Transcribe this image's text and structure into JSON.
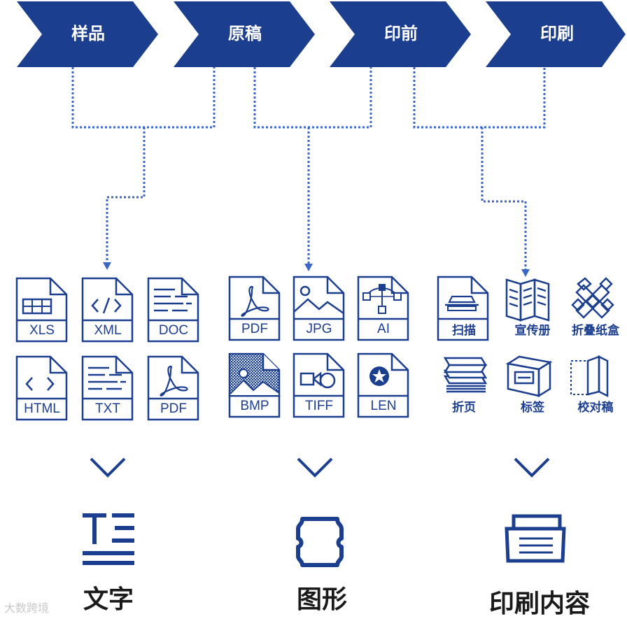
{
  "process_steps": [
    {
      "label": "样品"
    },
    {
      "label": "原稿"
    },
    {
      "label": "印前"
    },
    {
      "label": "印刷"
    }
  ],
  "text_files": [
    {
      "label": "XLS",
      "icon": "spreadsheet-icon"
    },
    {
      "label": "XML",
      "icon": "code-icon"
    },
    {
      "label": "DOC",
      "icon": "document-lines-icon"
    },
    {
      "label": "HTML",
      "icon": "angle-brackets-icon"
    },
    {
      "label": "TXT",
      "icon": "text-lines-icon"
    },
    {
      "label": "PDF",
      "icon": "pdf-icon"
    }
  ],
  "image_files": [
    {
      "label": "PDF",
      "icon": "pdf-icon"
    },
    {
      "label": "JPG",
      "icon": "image-icon"
    },
    {
      "label": "AI",
      "icon": "vector-path-icon"
    },
    {
      "label": "BMP",
      "icon": "bitmap-icon"
    },
    {
      "label": "TIFF",
      "icon": "shapes-icon"
    },
    {
      "label": "LEN",
      "icon": "star-circle-icon"
    }
  ],
  "print_items": [
    {
      "label": "扫描",
      "icon": "scanner-icon"
    },
    {
      "label": "宣传册",
      "icon": "brochure-icon"
    },
    {
      "label": "折叠纸盒",
      "icon": "folding-box-icon"
    },
    {
      "label": "折页",
      "icon": "folded-leaflet-icon"
    },
    {
      "label": "标签",
      "icon": "label-box-icon"
    },
    {
      "label": "校对稿",
      "icon": "proof-icon"
    }
  ],
  "categories": [
    {
      "label": "文字",
      "icon": "text-icon"
    },
    {
      "label": "图形",
      "icon": "graphic-icon"
    },
    {
      "label": "印刷内容",
      "icon": "printer-icon"
    }
  ],
  "watermark": "大数跨境",
  "colors": {
    "primary": "#1c3e8f",
    "connector": "#3a66c4",
    "label_dark": "#1a1a1a"
  }
}
